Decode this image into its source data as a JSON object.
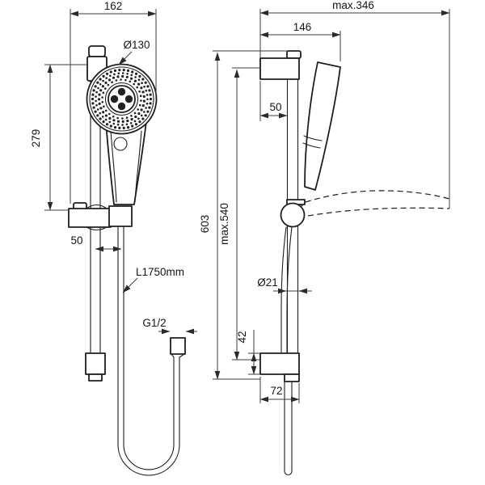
{
  "drawing": {
    "front_view": {
      "dim_overall_width": "162",
      "dim_head_diameter": "Ø130",
      "dim_head_to_bracket_height": "279",
      "dim_holder_offset": "50",
      "hose_length_label": "L1750mm",
      "hose_thread_label": "G1/2"
    },
    "side_view": {
      "dim_max_reach": "max.346",
      "dim_reach": "146",
      "dim_wall_offset": "50",
      "dim_total_height": "603",
      "dim_max_adjustment": "max.540",
      "dim_rail_diameter": "Ø21",
      "dim_bracket_height": "42",
      "dim_bracket_width": "72"
    },
    "colors": {
      "line_color": "#1e1e1e",
      "dimension_color": "#3d3d3d",
      "background_color": "#ffffff"
    }
  }
}
